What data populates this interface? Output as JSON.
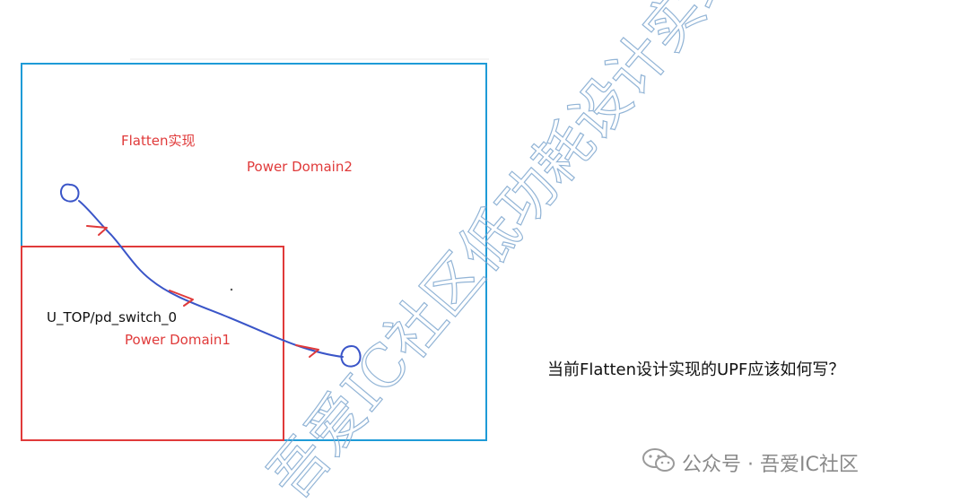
{
  "diagram": {
    "title": "Flatten实现",
    "outer_domain": "Power Domain2",
    "inner_domain": "Power Domain1",
    "instance_label": "U_TOP/pd_switch_0",
    "question": "当前Flatten设计实现的UPF应该如何写？",
    "watermark_text": "吾爱IC社区低功耗设计实现",
    "colors": {
      "outer_box": "#1e9bd7",
      "inner_box": "#e03a3a",
      "path": "#3a55c8",
      "arrow": "#e03a3a",
      "watermark": "#7fa8cf"
    }
  },
  "footer": {
    "brand": "公众号 · 吾爱IC社区",
    "icon": "wechat-icon"
  }
}
